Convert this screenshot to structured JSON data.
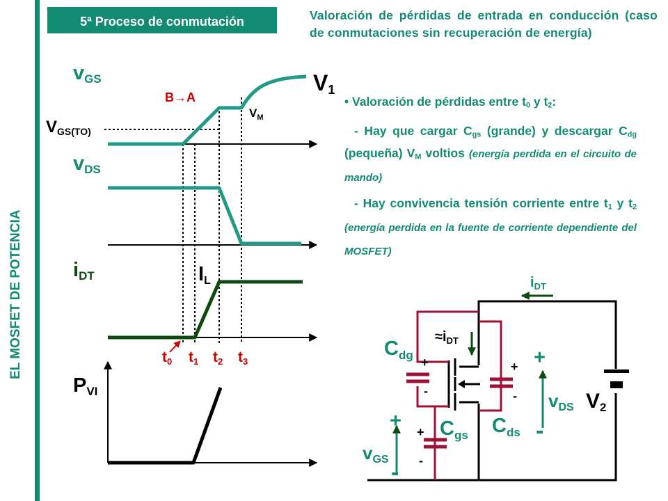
{
  "sidebar": {
    "title": "EL MOSFET  DE POTENCIA"
  },
  "header": {
    "title": "5ª Proceso de conmutación"
  },
  "heading": "Valoración de pérdidas de entrada en conducción (caso de conmutaciones sin recuperación de energía)",
  "bullets": {
    "b1_pre": "Valoración de pérdidas entre t",
    "b1_s1": "0",
    "b1_mid": " y t",
    "b1_s2": "2",
    "b1_post": ":",
    "p1_a": "- Hay que cargar C",
    "p1_s1": "gs",
    "p1_b": " (grande) y descargar C",
    "p1_s2": "dg",
    "p1_c": " (pequeña) V",
    "p1_s3": "M",
    "p1_d": " voltios ",
    "p1_note": "(energía perdida en el circuito de mando)",
    "p2_a": "- Hay convivencia tensión corriente entre t",
    "p2_s1": "1",
    "p2_b": " y t",
    "p2_s2": "2",
    "p2_note": " (energía perdida en la fuente de corriente dependiente del MOSFET)"
  },
  "waveforms": {
    "vgs_main": "v",
    "vgs_sub": "GS",
    "vgsto_main": "V",
    "vgsto_sub": "GS(TO)",
    "vds_main": "v",
    "vds_sub": "DS",
    "idt_main": "i",
    "idt_sub": "DT",
    "pvi_main": "P",
    "pvi_sub": "VI",
    "v1_main": "V",
    "v1_sub": "1",
    "vm_main": "V",
    "vm_sub": "M",
    "il_main": "I",
    "il_sub": "L",
    "ba_label": "B→A",
    "t0_main": "t",
    "t0_sub": "0",
    "t1_main": "t",
    "t1_sub": "1",
    "t2_main": "t",
    "t2_sub": "2",
    "t3_main": "t",
    "t3_sub": "3"
  },
  "circuit": {
    "idt_top_main": "i",
    "idt_top_sub": "DT",
    "idt_approx": "≈i",
    "idt_approx_sub": "DT",
    "cdg_main": "C",
    "cdg_sub": "dg",
    "cgs_main": "C",
    "cgs_sub": "gs",
    "cds_main": "C",
    "cds_sub": "ds",
    "vds_main": "v",
    "vds_sub": "DS",
    "vgs_main": "v",
    "vgs_sub": "GS",
    "v2_main": "V",
    "v2_sub": "2",
    "plus": "+",
    "minus": "-"
  },
  "colors": {
    "accent": "#138a72",
    "wave_teal": "#1f9a84",
    "wave_dark": "#0c4a10",
    "capacitor": "#9b1236",
    "time_red": "#cc0000"
  }
}
